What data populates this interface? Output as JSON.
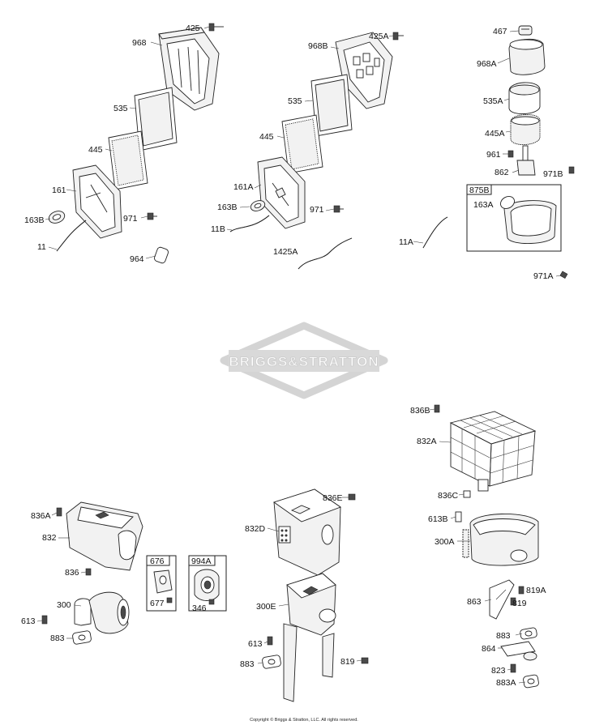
{
  "watermark": {
    "text": "BRIGGS&STRATTON"
  },
  "copyright": "Copyright © Briggs & Stratton, LLC. All rights reserved.",
  "boxes": {
    "b875B": "875B",
    "b676": "676",
    "b994A": "994A"
  },
  "callouts": {
    "c425": "425",
    "c968": "968",
    "c535": "535",
    "c445": "445",
    "c161": "161",
    "c163B": "163B",
    "c971": "971",
    "c11": "11",
    "c964": "964",
    "c425A": "425A",
    "c968B": "968B",
    "c535b": "535",
    "c445b": "445",
    "c161A": "161A",
    "c163Bb": "163B",
    "c971b": "971",
    "c11B": "11B",
    "c1425A": "1425A",
    "c467": "467",
    "c968A": "968A",
    "c535A": "535A",
    "c445A": "445A",
    "c961": "961",
    "c862": "862",
    "c971B": "971B",
    "c163A": "163A",
    "c11A": "11A",
    "c971A": "971A",
    "c836B": "836B",
    "c832A": "832A",
    "c836C": "836C",
    "c613B": "613B",
    "c300A": "300A",
    "c819A": "819A",
    "c863": "863",
    "c819b": "819",
    "c883b": "883",
    "c864": "864",
    "c823": "823",
    "c883A": "883A",
    "c836A": "836A",
    "c832": "832",
    "c836": "836",
    "c300": "300",
    "c613": "613",
    "c883": "883",
    "c677": "677",
    "c346": "346",
    "c836E": "836E",
    "c832D": "832D",
    "c300E": "300E",
    "c613c": "613",
    "c883c": "883",
    "c819": "819"
  }
}
